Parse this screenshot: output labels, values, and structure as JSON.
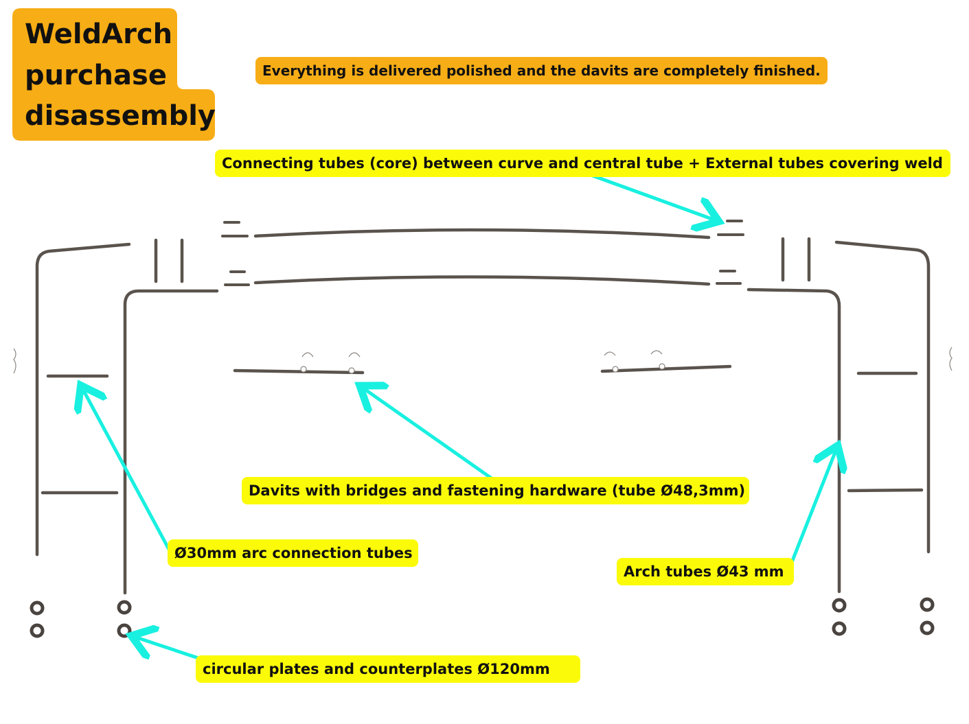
{
  "title": {
    "line1": "WeldArch",
    "line2": "purchase",
    "line3": "disassembly"
  },
  "note": "Everything is delivered polished and the davits are completely finished.",
  "labels": {
    "connecting_tubes": "Connecting tubes (core) between curve and central tube + External tubes covering weld",
    "davits": "Davits with bridges and fastening hardware (tube Ø48,3mm)",
    "arc_connection": "Ø30mm arc connection tubes",
    "arch_tubes": "Arch tubes Ø43 mm",
    "plates": "circular plates and counterplates Ø120mm"
  },
  "colors": {
    "orange": "#f7ad16",
    "yellow": "#fbfb09",
    "arrow": "#19f0e0",
    "tube": "#5a534d"
  }
}
